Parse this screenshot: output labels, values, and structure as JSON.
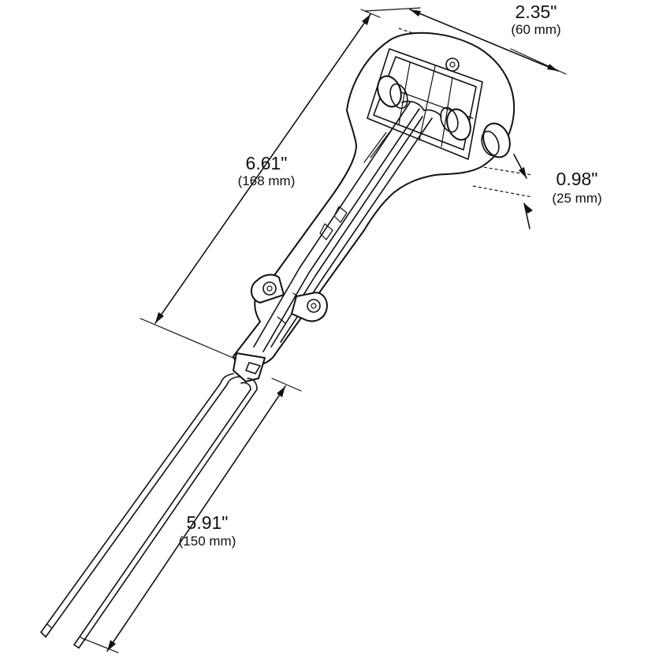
{
  "dimensions": {
    "width": {
      "imperial": "2.35\"",
      "metric": "(60 mm)"
    },
    "length": {
      "imperial": "6.61\"",
      "metric": "(168 mm)"
    },
    "depth": {
      "imperial": "0.98\"",
      "metric": "(25 mm)"
    },
    "lead": {
      "imperial": "5.91\"",
      "metric": "(150 mm)"
    }
  }
}
